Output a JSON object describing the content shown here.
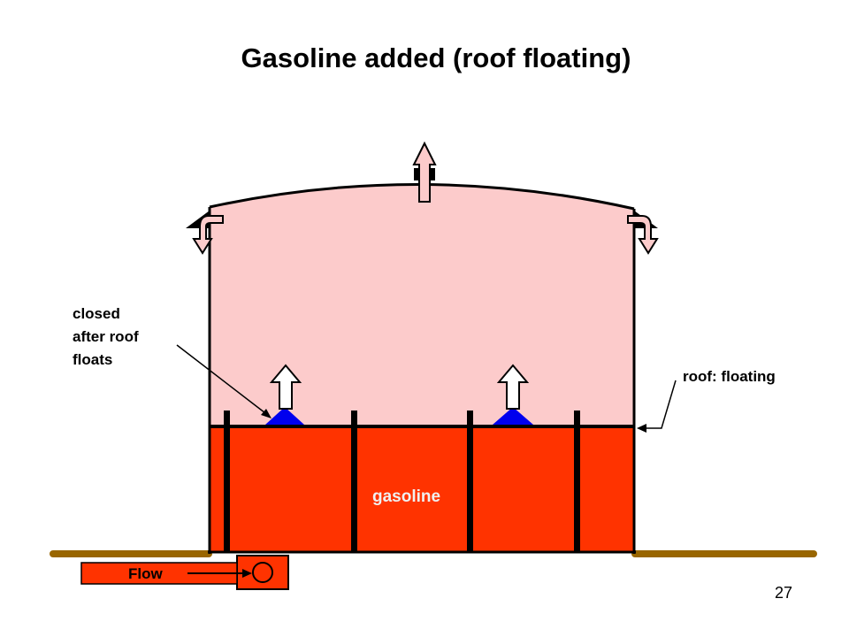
{
  "title": "Gasoline added  (roof floating)",
  "labels": {
    "closed": [
      "closed",
      "after roof",
      "floats"
    ],
    "roof": "roof: floating",
    "gasoline": "gasoline",
    "flow": "Flow"
  },
  "page_number": "27",
  "colors": {
    "vapor_space": "#FCCBCB",
    "gasoline": "#FF3300",
    "vent_cap": "#0000EE",
    "ground": "#996600",
    "outline": "#000000"
  }
}
